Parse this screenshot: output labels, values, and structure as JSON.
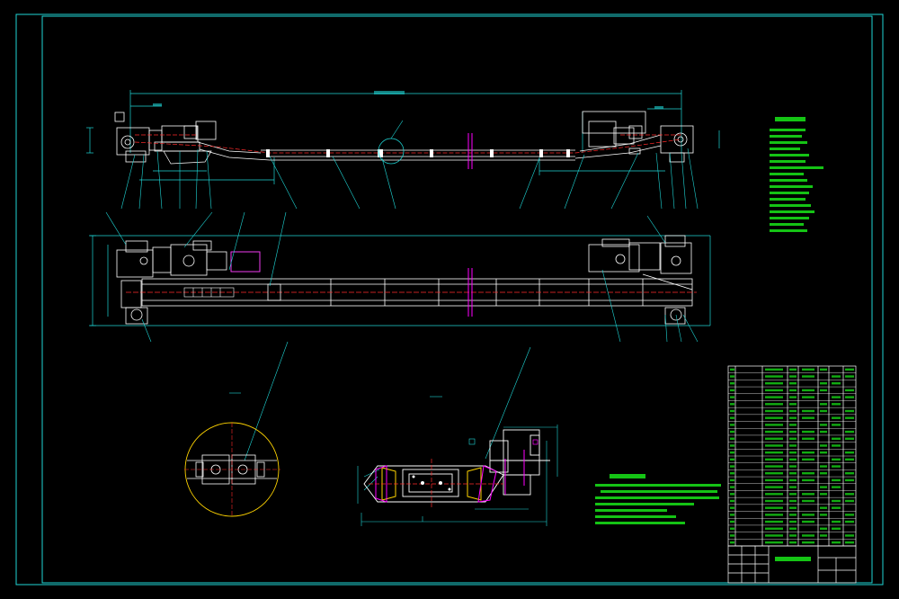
{
  "drawing": {
    "colors": {
      "background": "#000000",
      "frame": "#1fd6d6",
      "outline": "#ffffff",
      "centerline": "#ff2a2a",
      "dimension": "#1fd6d6",
      "text_green": "#19e619",
      "highlight": "#ff00ff",
      "accent_yellow": "#ffd400"
    },
    "sections": [
      "elevation-view",
      "plan-view",
      "detail-circle",
      "cross-section",
      "technical-characteristics",
      "technical-requirements",
      "parts-list",
      "title-block"
    ]
  }
}
